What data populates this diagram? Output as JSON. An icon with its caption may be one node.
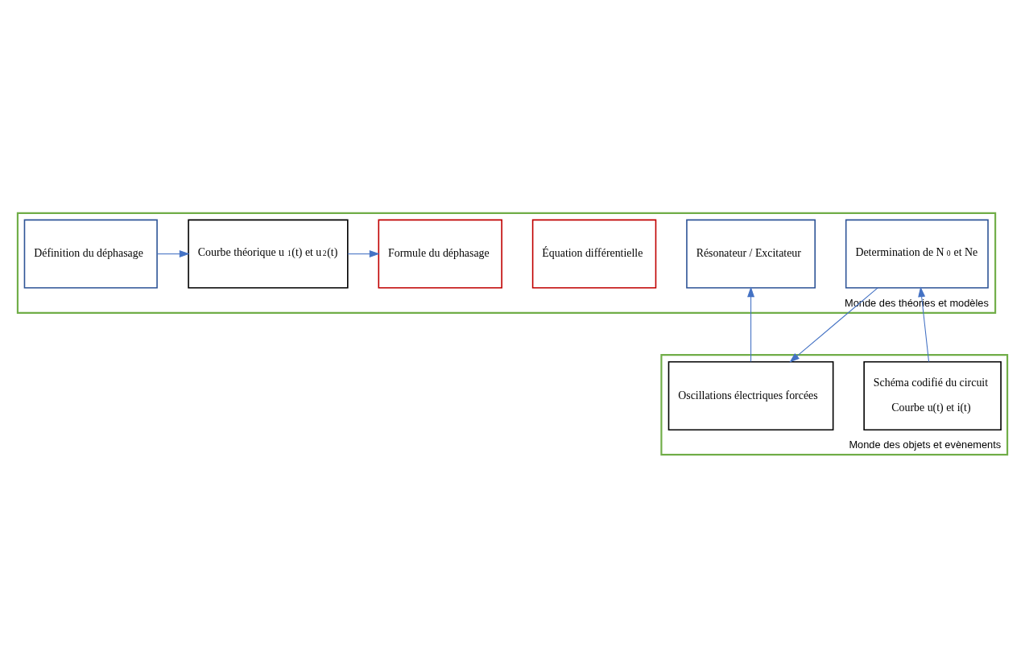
{
  "diagram": {
    "nodes": [
      {
        "text": [
          "Monde des théories et modèles"
        ]
      },
      {
        "text": [
          "Determination de N$_{0}$ et Ne"
        ],
        "in": 0
      },
      {
        "text": [
          "Résonateur / Excitateur"
        ],
        "in": 0
      },
      {
        "text": [
          "Équation différentielle"
        ],
        "in": 0
      },
      {
        "text": [
          "Définition du déphasage"
        ],
        "in": 0
      },
      {
        "text": [
          "Courbe théorique u$_{1}$(t) et u$_{2}$(t)"
        ],
        "in": 0
      },
      {
        "text": [
          "Formule du déphasage"
        ],
        "in": 0
      },
      {
        "text": [
          "Monde des objets et evènements"
        ]
      },
      {
        "text": [
          "Schéma codifié du circuit",
          "Courbe u(t) et i(t)"
        ],
        "in": 7
      },
      {
        "text": [
          "Oscillations électriques forcées"
        ],
        "in": 7
      }
    ],
    "edges": [
      {
        "from": 8,
        "to": 1,
        "arrow": "to"
      },
      {
        "from": 1,
        "to": 9,
        "arrow": "to"
      },
      {
        "from": 9,
        "to": 2,
        "arrow": "to"
      },
      {
        "from": 4,
        "to": 5,
        "arrow": "to"
      },
      {
        "from": 5,
        "to": 6,
        "arrow": "to"
      }
    ]
  }
}
